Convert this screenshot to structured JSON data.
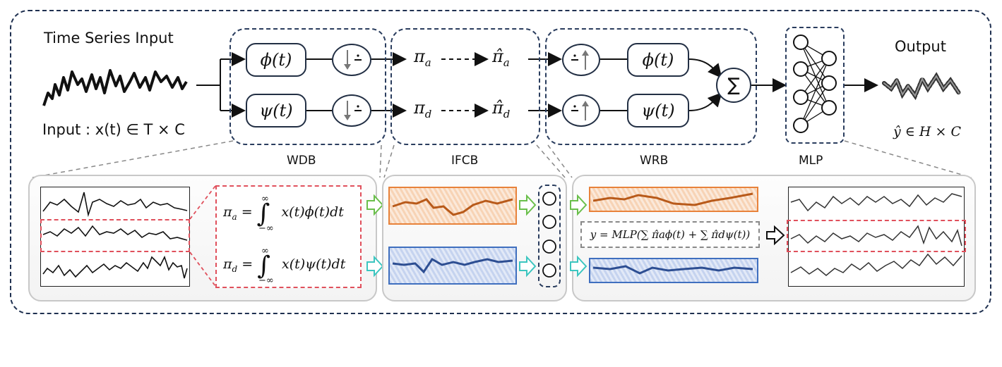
{
  "labels": {
    "time_series_input": "Time Series Input",
    "input_formula": "Input : x(t) ∈ T × C",
    "output": "Output",
    "output_formula": "ŷ ∈ H × C",
    "wdb": "WDB",
    "ifcb": "IFCB",
    "wrb": "WRB",
    "mlp": "MLP"
  },
  "wdb": {
    "phi": "ϕ(t)",
    "psi": "ψ(t)"
  },
  "ifcb": {
    "pi_a": "πa",
    "pi_a_hat": "π̂a",
    "pi_d": "πd",
    "pi_d_hat": "π̂d"
  },
  "wrb": {
    "phi": "ϕ(t)",
    "psi": "ψ(t)",
    "sum": "∑"
  },
  "formulas": {
    "pi_a_formula": "πa = ∫ x(t)ϕ(t)dt",
    "pi_d_formula": "πd = ∫ x(t)ψ(t)dt",
    "upper_limit": "∞",
    "lower_limit": "−∞",
    "mlp_formula": "y = MLP(∑ π̂aϕ(t) + ∑ π̂dψ(t))"
  },
  "colors": {
    "frame": "#1f3050",
    "orange": "#e8823a",
    "blue": "#3f6fbf",
    "green_arrow": "#6abf4b",
    "teal_arrow": "#3cc6c0",
    "red_dashed": "#e0505c"
  }
}
